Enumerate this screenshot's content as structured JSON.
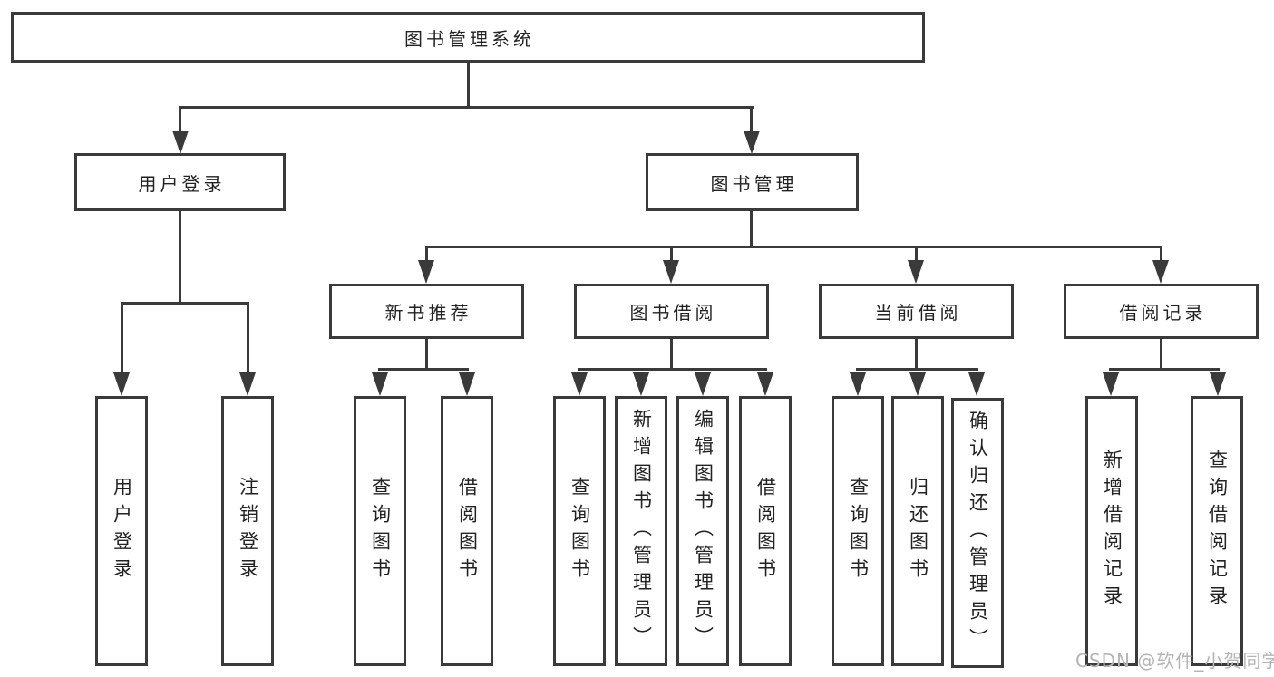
{
  "diagram": {
    "type": "hierarchy-tree",
    "title": "图书管理系统",
    "nodes": {
      "root": "图书管理系统",
      "user_login": "用户登录",
      "book_mgmt": "图书管理",
      "new_book": "新书推荐",
      "book_borrow": "图书借阅",
      "current_borrow": "当前借阅",
      "borrow_record": "借阅记录",
      "ul_login": "用户登录",
      "ul_logout": "注销登录",
      "nb_query": "查询图书",
      "nb_borrow": "借阅图书",
      "bb_query": "查询图书",
      "bb_add": "新增图书（管理员）",
      "bb_edit": "编辑图书（管理员）",
      "bb_borrow": "借阅图书",
      "cb_query": "查询图书",
      "cb_return": "归还图书",
      "cb_confirm": "确认归还（管理员）",
      "br_add": "新增借阅记录",
      "br_query": "查询借阅记录"
    },
    "structure": {
      "root": [
        "user_login",
        "book_mgmt"
      ],
      "user_login": [
        "ul_login",
        "ul_logout"
      ],
      "book_mgmt": [
        "new_book",
        "book_borrow",
        "current_borrow",
        "borrow_record"
      ],
      "new_book": [
        "nb_query",
        "nb_borrow"
      ],
      "book_borrow": [
        "bb_query",
        "bb_add",
        "bb_edit",
        "bb_borrow"
      ],
      "current_borrow": [
        "cb_query",
        "cb_return",
        "cb_confirm"
      ],
      "borrow_record": [
        "br_add",
        "br_query"
      ]
    },
    "colors": {
      "line": "#3a3a3a",
      "text": "#222222",
      "background": "#ffffff",
      "watermark_text": "#b4b4b4"
    }
  },
  "watermark": {
    "text": "CSDN @软件_小贺同学"
  }
}
